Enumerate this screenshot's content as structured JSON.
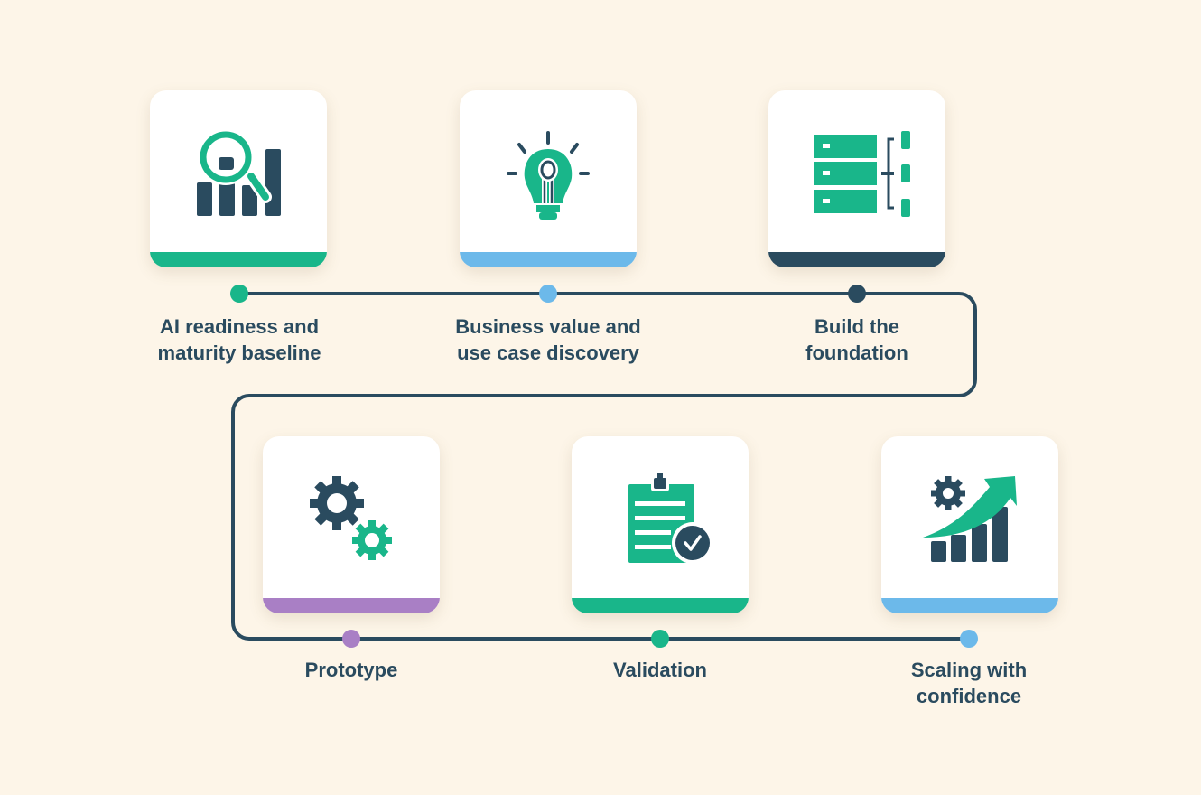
{
  "colors": {
    "green": "#19b68a",
    "dark": "#2a4b5f",
    "blue": "#6cb9ea",
    "purple": "#a97fc5",
    "background": "#fdf5e8"
  },
  "steps": [
    {
      "line1": "AI readiness and",
      "line2": "maturity baseline",
      "icon": "magnifier-chart-icon",
      "color": "#19b68a"
    },
    {
      "line1": "Business value and",
      "line2": "use case discovery",
      "icon": "lightbulb-icon",
      "color": "#6cb9ea"
    },
    {
      "line1": "Build the",
      "line2": "foundation",
      "icon": "server-stack-icon",
      "color": "#2a4b5f"
    },
    {
      "line1": "Prototype",
      "line2": "",
      "icon": "gears-icon",
      "color": "#a97fc5"
    },
    {
      "line1": "Validation",
      "line2": "",
      "icon": "clipboard-check-icon",
      "color": "#19b68a"
    },
    {
      "line1": "Scaling with",
      "line2": "confidence",
      "icon": "growth-chart-icon",
      "color": "#6cb9ea"
    }
  ]
}
